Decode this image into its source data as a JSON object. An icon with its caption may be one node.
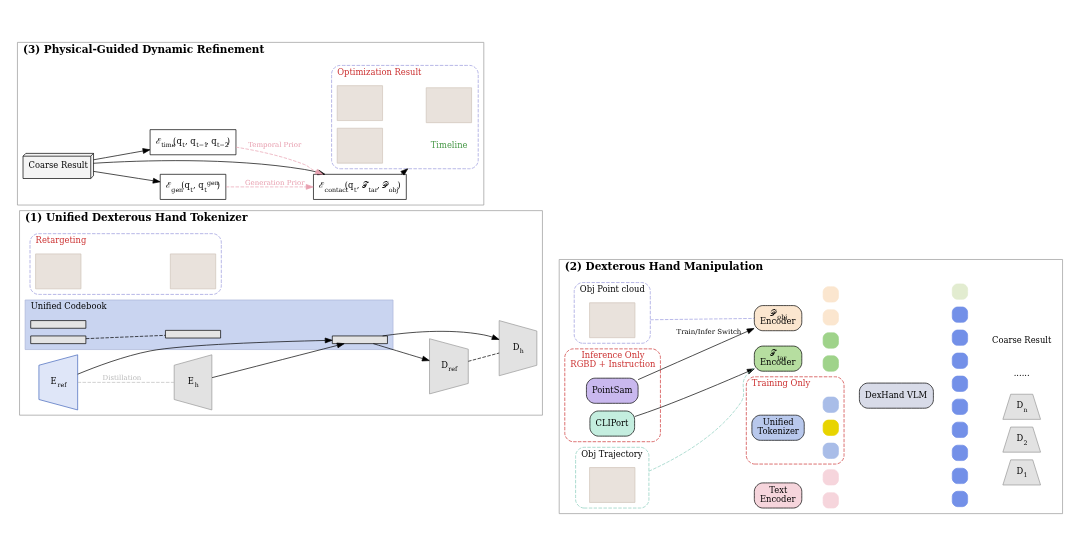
{
  "diagram": {
    "nodes": [
      {
        "text": [
          "(1) Unified Dexterous Hand Tokenizer"
        ]
      },
      {
        "text": [
          "Retargeting"
        ],
        "in": 0
      },
      {
        "text": [],
        "shape": "box",
        "in": 1
      },
      {
        "text": [],
        "shape": "box",
        "in": 1
      },
      {
        "text": [
          "E$_{ref}$"
        ],
        "in": 0
      },
      {
        "text": [
          "E$_{h}$"
        ],
        "in": 0
      },
      {
        "text": [
          "Unified Codebook"
        ],
        "in": 0
      },
      {
        "text": [],
        "shape": "bar",
        "in": 6
      },
      {
        "text": [],
        "shape": "bar",
        "in": 6
      },
      {
        "text": [],
        "shape": "bar",
        "in": 6
      },
      {
        "text": [],
        "shape": "bar",
        "in": 6
      },
      {
        "text": [
          "D$_{ref}$"
        ],
        "in": 0
      },
      {
        "text": [
          "D$_{h}$"
        ],
        "in": 0
      },
      {
        "text": [
          "(2) Dexterous Hand Manipulation"
        ]
      },
      {
        "text": [
          "Obj Point cloud"
        ],
        "in": 13
      },
      {
        "text": [],
        "shape": "box",
        "in": 14
      },
      {
        "text": [
          "Inference Only",
          "RGBD + Instruction"
        ],
        "in": 13
      },
      {
        "text": [
          "PointSam"
        ],
        "in": 16
      },
      {
        "text": [
          "CLIPort"
        ],
        "in": 16
      },
      {
        "text": [
          "Obj Trajectory"
        ],
        "in": 13
      },
      {
        "text": [],
        "shape": "box",
        "in": 19
      },
      {
        "text": [
          "Text Encoder"
        ],
        "in": 13
      },
      {
        "text": [
          "𝒫$_{obj}$ Encoder"
        ],
        "in": 13
      },
      {
        "text": [
          "𝒯$_{tar}$ Encoder"
        ],
        "in": 13
      },
      {
        "text": [
          "Training Only"
        ],
        "in": 13
      },
      {
        "text": [
          "Unified Tokenizer"
        ],
        "in": 24
      },
      {
        "text": [],
        "shape": "box",
        "in": 13
      },
      {
        "text": [],
        "shape": "box",
        "in": 13
      },
      {
        "text": [],
        "shape": "box",
        "in": 13
      },
      {
        "text": [],
        "shape": "box",
        "in": 13
      },
      {
        "text": [],
        "shape": "box",
        "in": 13
      },
      {
        "text": [],
        "shape": "box",
        "in": 13
      },
      {
        "text": [],
        "shape": "box",
        "in": 24
      },
      {
        "text": [],
        "shape": "box",
        "in": 24
      },
      {
        "text": [],
        "shape": "box",
        "in": 24
      },
      {
        "text": [
          "DexHand VLM"
        ],
        "in": 13
      },
      {
        "text": [],
        "shape": "box",
        "in": 13
      },
      {
        "text": [],
        "shape": "box",
        "in": 13
      },
      {
        "text": [],
        "shape": "box",
        "in": 13
      },
      {
        "text": [],
        "shape": "box",
        "in": 13
      },
      {
        "text": [],
        "shape": "box",
        "in": 13
      },
      {
        "text": [],
        "shape": "box",
        "in": 13
      },
      {
        "text": [],
        "shape": "box",
        "in": 13
      },
      {
        "text": [],
        "shape": "box",
        "in": 13
      },
      {
        "text": [],
        "shape": "box",
        "in": 13
      },
      {
        "text": [],
        "shape": "box",
        "in": 13
      },
      {
        "text": [
          "D$_{1}$"
        ],
        "in": 13
      },
      {
        "text": [
          "D$_{2}$"
        ],
        "in": 13
      },
      {
        "text": [
          "D$_{n}$"
        ],
        "in": 13
      },
      {
        "text": [
          "(3) Physical-Guided Dynamic Refinement"
        ]
      },
      {
        "text": [
          "Coarse Result"
        ],
        "in": 49
      },
      {
        "text": [
          "ℰ$_{gen}$(q$_{t}$, q$_{t}$$^{gen}$)"
        ],
        "in": 49
      },
      {
        "text": [
          "ℰ$_{contact}$(q$_{t}$, 𝒯$_{tar}$, 𝒫$_{obj}$)"
        ],
        "in": 49
      },
      {
        "text": [
          "ℰ$_{time}$(q$_{t}$, q$_{t−1}$, q$_{t−2}$)"
        ],
        "in": 49
      },
      {
        "text": [
          "Optimization Result"
        ],
        "in": 49
      },
      {
        "text": [],
        "shape": "box",
        "in": 54
      },
      {
        "text": [],
        "shape": "box",
        "in": 54
      },
      {
        "text": [],
        "shape": "box",
        "in": 54
      }
    ],
    "edges": [
      {
        "from": 4,
        "to": 5,
        "arrow": "none",
        "label": "Distillation",
        "style": "dashed",
        "color": "#bbbbbb"
      },
      {
        "from": 4,
        "to": 8,
        "arrow": "to"
      },
      {
        "from": 5,
        "to": 8,
        "arrow": "to"
      },
      {
        "from": 8,
        "to": 11,
        "arrow": "to"
      },
      {
        "from": 8,
        "to": 12,
        "arrow": "to"
      },
      {
        "from": 9,
        "to": 10,
        "arrow": "none",
        "style": "dashed"
      },
      {
        "from": 11,
        "to": 12,
        "arrow": "none",
        "style": "dashed"
      },
      {
        "from": 14,
        "to": 22,
        "arrow": "none",
        "style": "dashed",
        "color": "#9a9ae0"
      },
      {
        "from": 17,
        "to": 22,
        "arrow": "to",
        "label": "Train/Infer Switch"
      },
      {
        "from": 18,
        "to": 23,
        "arrow": "to"
      },
      {
        "from": 19,
        "to": 23,
        "arrow": "none",
        "style": "dashed",
        "color": "#8fd0c0"
      },
      {
        "from": 50,
        "to": 51,
        "arrow": "to"
      },
      {
        "from": 50,
        "to": 52,
        "arrow": "to"
      },
      {
        "from": 50,
        "to": 53,
        "arrow": "to"
      },
      {
        "from": 51,
        "to": 52,
        "arrow": "to",
        "label": "Generation Prior",
        "style": "dashed",
        "color": "#e8a0b0"
      },
      {
        "from": 53,
        "to": 52,
        "arrow": "to",
        "label": "Temporal Prior",
        "style": "dashed",
        "color": "#e8a0b0"
      },
      {
        "from": 52,
        "to": 54,
        "arrow": "to"
      }
    ],
    "labels": [
      "......",
      "Coarse Result",
      "Timeline"
    ]
  }
}
